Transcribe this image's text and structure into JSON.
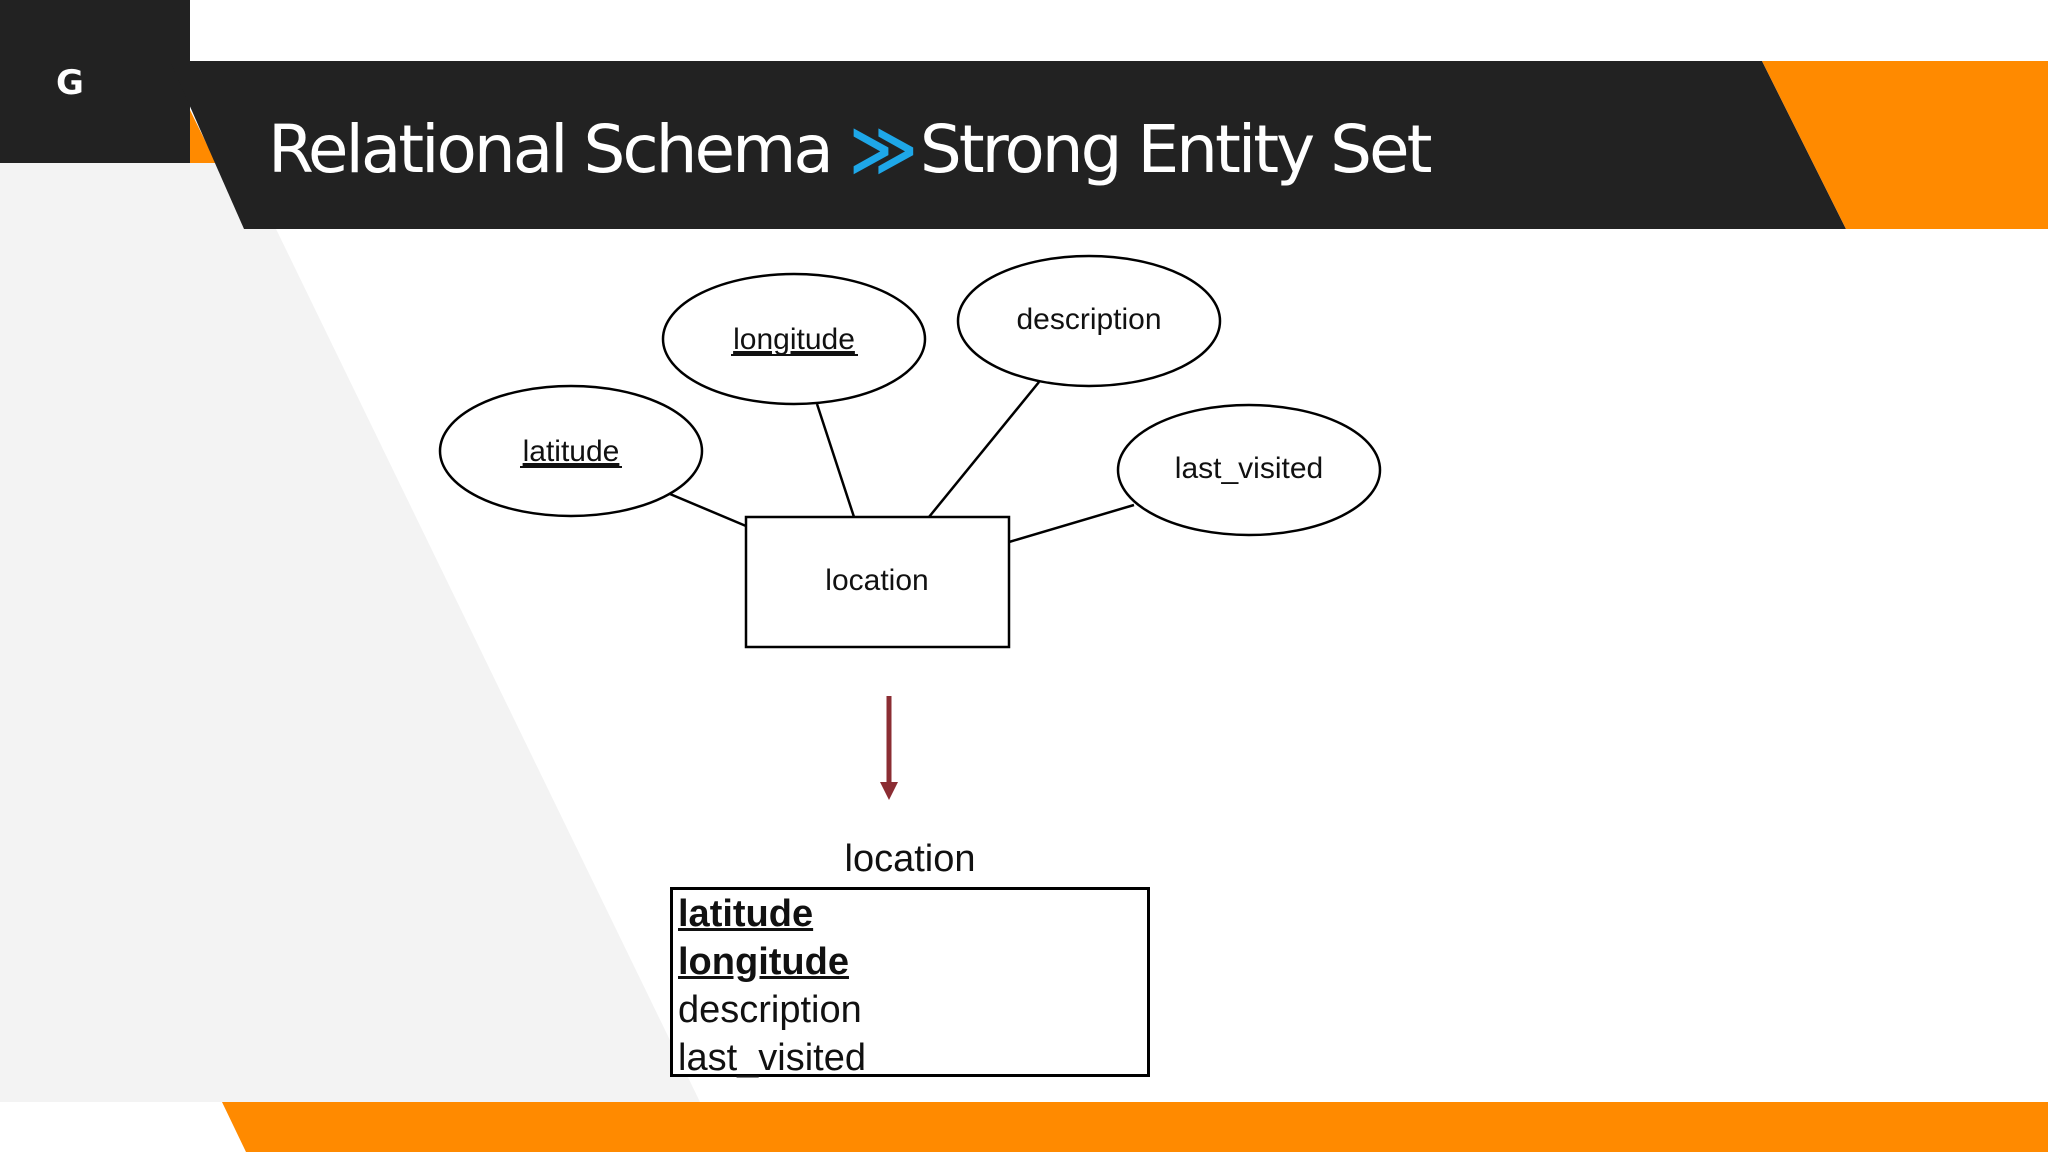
{
  "slide": {
    "logo_letter": "G",
    "title_part1": "Relational Schema",
    "title_separator": "≫",
    "title_part2": "Strong Entity Set"
  },
  "colors": {
    "header_bar": "#222222",
    "accent_orange": "#ff8a00",
    "separator_blue": "#1ea7e8",
    "arrow": "#8b2d33",
    "panel_gray": "#f3f3f3"
  },
  "er_diagram": {
    "entity": "location",
    "attributes": [
      {
        "id": "latitude",
        "label": "latitude",
        "key": true
      },
      {
        "id": "longitude",
        "label": "longitude",
        "key": true
      },
      {
        "id": "description",
        "label": "description",
        "key": false
      },
      {
        "id": "last-visited",
        "label": "last_visited",
        "key": false
      }
    ]
  },
  "relational_schema": {
    "table_name": "location",
    "attributes": [
      {
        "label": "latitude",
        "primary_key": true
      },
      {
        "label": "longitude",
        "primary_key": true
      },
      {
        "label": "description",
        "primary_key": false
      },
      {
        "label": "last_visited",
        "primary_key": false
      }
    ]
  }
}
